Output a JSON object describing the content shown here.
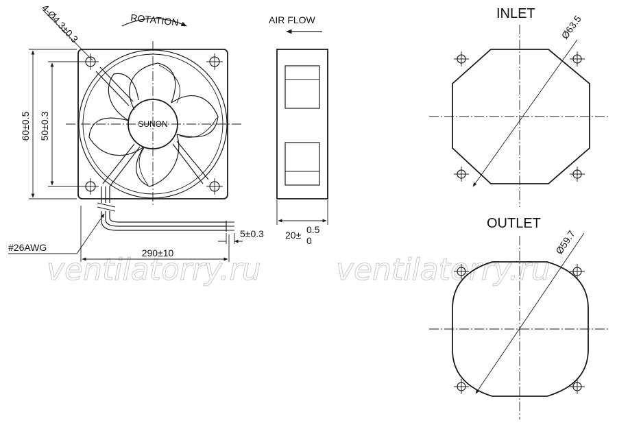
{
  "front_view": {
    "rotation_label": "ROTATION",
    "hole_label": "4-Ø4.3±0.3",
    "height_label": "60±0.5",
    "hole_pitch_label": "50±0.3",
    "brand_label": "SUNON",
    "wire_gauge_label": "#26AWG",
    "lead_length_label": "290±10",
    "strip_length_label": "5±0.3"
  },
  "side_view": {
    "airflow_label": "AIR FLOW",
    "depth_label": "20±",
    "depth_tol_upper": "0.5",
    "depth_tol_lower": "0"
  },
  "inlet_view": {
    "title": "INLET",
    "diameter_label": "Ø63.5"
  },
  "outlet_view": {
    "title": "OUTLET",
    "diameter_label": "Ø59.7"
  },
  "watermarks": [
    "ventilatorry.ru",
    "ventilatorry.ru"
  ],
  "colors": {
    "line": "#1a1a1a",
    "watermark": "#c9c9c9"
  }
}
